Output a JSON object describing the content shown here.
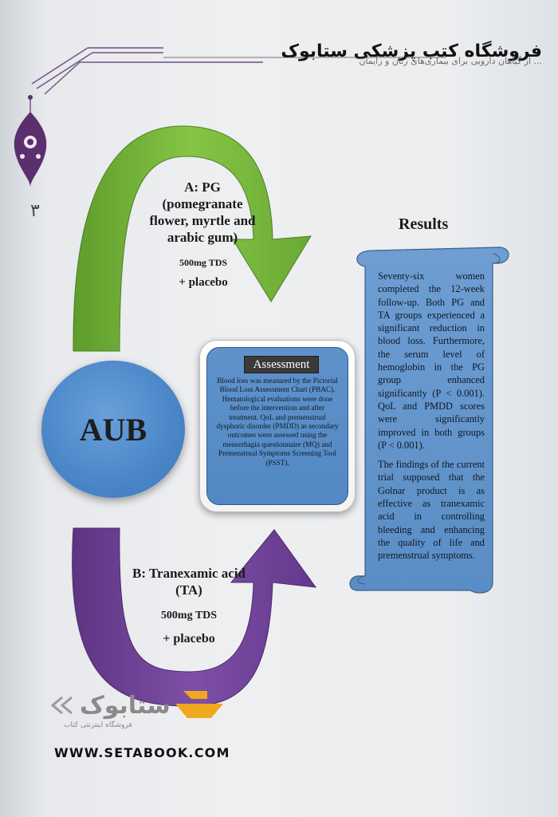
{
  "header": {
    "store_title": "فروشگاه کتب پزشکی ستابوک",
    "book_subtitle": "... از گیاهان دارویی برای بیماری‌های زنان و زایمان"
  },
  "page_number": "۳",
  "arrow_a": {
    "label": "A: PG (pomegranate flower, myrtle and arabic gum)",
    "dose": "500mg TDS",
    "placebo": "+ placebo",
    "color": "#7cbf3e"
  },
  "arrow_b": {
    "label": "B: Tranexamic acid (TA)",
    "dose": "500mg TDS",
    "placebo": "+ placebo",
    "color": "#7a4a9e"
  },
  "center": {
    "label": "AUB",
    "color": "#4a86c8"
  },
  "assessment": {
    "title": "Assessment",
    "text": "Blood loss was measured by the Pictorial Blood Loss Assessment Chart (PBAC). Hematological evaluations were done before the intervention and after treatment. QoL and premenstrual dysphoric disorder (PMDD) as secondary outcomes were assessed using the menorrhagia questionnaire (MQ) and Premenstrual Symptoms Screening Tool (PSST)."
  },
  "results": {
    "title": "Results",
    "paragraph_1": "Seventy-six women completed the 12-week follow-up. Both PG and TA groups experienced a significant reduction in blood loss. Furthermore, the serum level of hemoglobin in the PG group enhanced significantly (P < 0.001). QoL and PMDD scores were significantly improved in both groups (P < 0.001).",
    "paragraph_2": "The findings of the current trial supposed that the Golnar product is as effective as tranexamic acid in controlling bleeding and enhancing the quality of life and premenstrual symptoms."
  },
  "watermark": {
    "logo_text": "ستابوک",
    "tagline": "فروشگاه اینترنتی کتاب",
    "url": "WWW.SETABOOK.COM"
  }
}
